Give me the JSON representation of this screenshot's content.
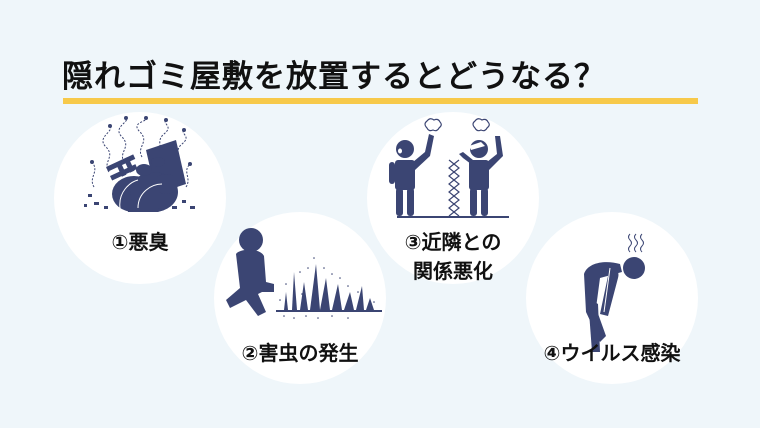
{
  "header": {
    "title": "隠れゴミ屋敷を放置するとどうなる？"
  },
  "colors": {
    "background": "#eff6fa",
    "circle": "#ffffff",
    "accent_underline": "#f7c94a",
    "icon_navy": "#3b4573",
    "text": "#111111"
  },
  "items": [
    {
      "number": "①",
      "label": "①悪臭",
      "icon": "garbage-bags-smell-icon"
    },
    {
      "number": "②",
      "label": "②害虫の発生",
      "icon": "person-kneeling-pests-icon"
    },
    {
      "number": "③",
      "label_line1": "③近隣との",
      "label_line2": "関係悪化",
      "icon": "neighbors-arguing-icon"
    },
    {
      "number": "④",
      "label": "④ウイルス感染",
      "icon": "sick-person-bending-icon"
    }
  ]
}
